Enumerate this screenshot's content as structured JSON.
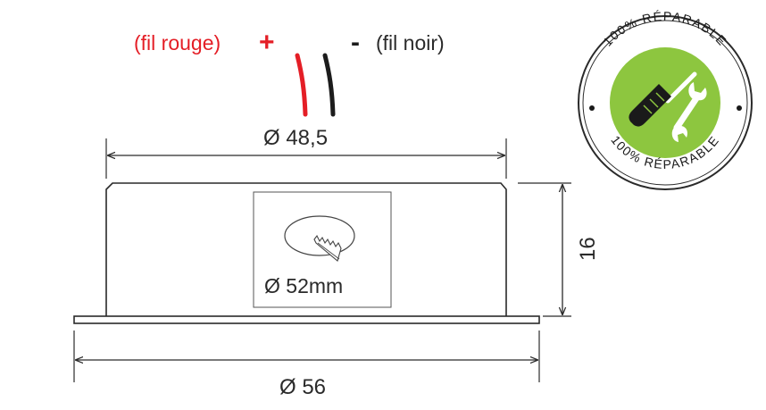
{
  "wires": {
    "positive": {
      "label": "(fil rouge)",
      "sign": "+",
      "color": "#e41e26"
    },
    "negative": {
      "label": "(fil noir)",
      "sign": "-",
      "color": "#1c1c1c"
    }
  },
  "dimensions": {
    "top_diameter": "Ø 48,5",
    "height": "16",
    "bottom_diameter": "Ø 56",
    "cutout": "Ø 52mm"
  },
  "badge": {
    "text_top": "100% RÉPARABLE",
    "text_bottom": "100% RÉPARABLE",
    "color": "#8dc63f",
    "icon": "screwdriver-wrench-icon"
  },
  "colors": {
    "line": "#2a2a2a"
  }
}
